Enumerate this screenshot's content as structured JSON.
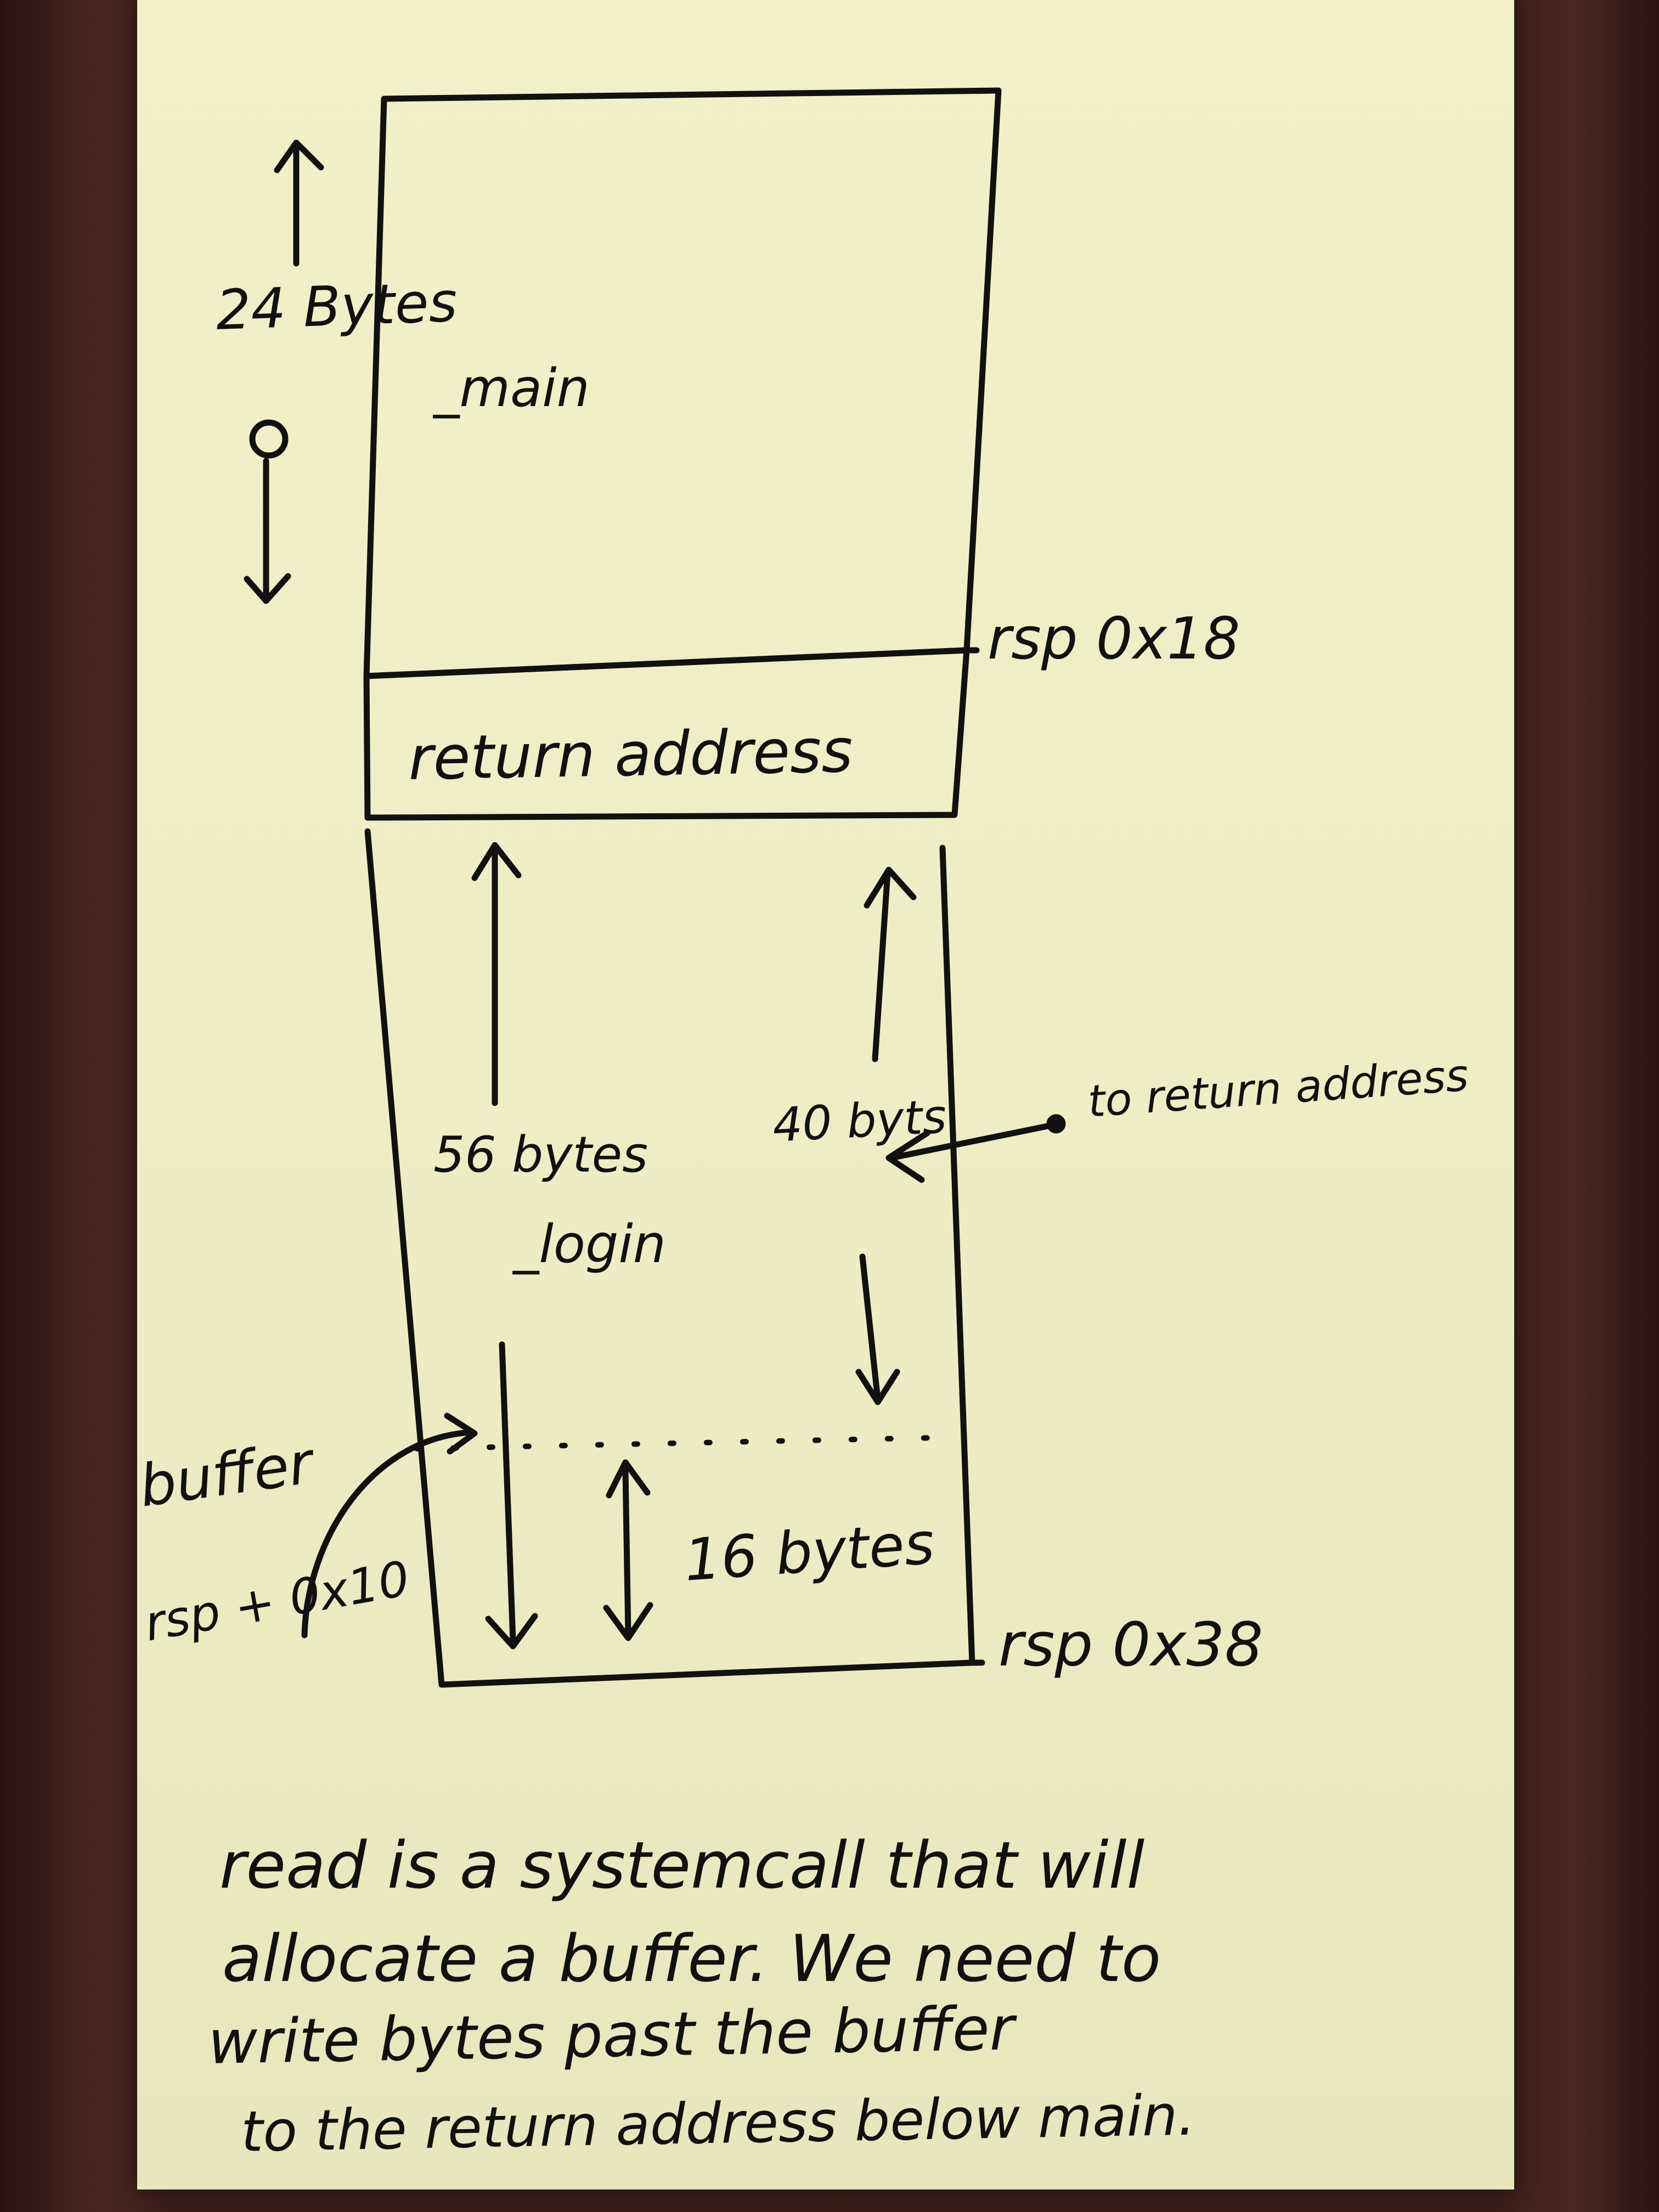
{
  "image": {
    "surface_color": "#3a1d19",
    "card_color": "#efeec6",
    "ink_color": "#111111"
  },
  "diagram": {
    "main_frame": {
      "size_label": "24 Bytes",
      "name": "_main",
      "rsp_label": "rsp 0x18"
    },
    "return_address": {
      "label": "return address"
    },
    "login_frame": {
      "size_label": "56 bytes",
      "name": "_login",
      "offset_label": "40 byts",
      "offset_note": "to return address",
      "buffer_label": "buffer",
      "buffer_rsp_label": "rsp + 0x10",
      "buffer_size_label": "16 bytes",
      "rsp_label": "rsp 0x38"
    }
  },
  "note": {
    "lines": [
      "read is a systemcall that will",
      "allocate a buffer. We need to",
      "write bytes past the buffer",
      "to the return address below main."
    ]
  }
}
